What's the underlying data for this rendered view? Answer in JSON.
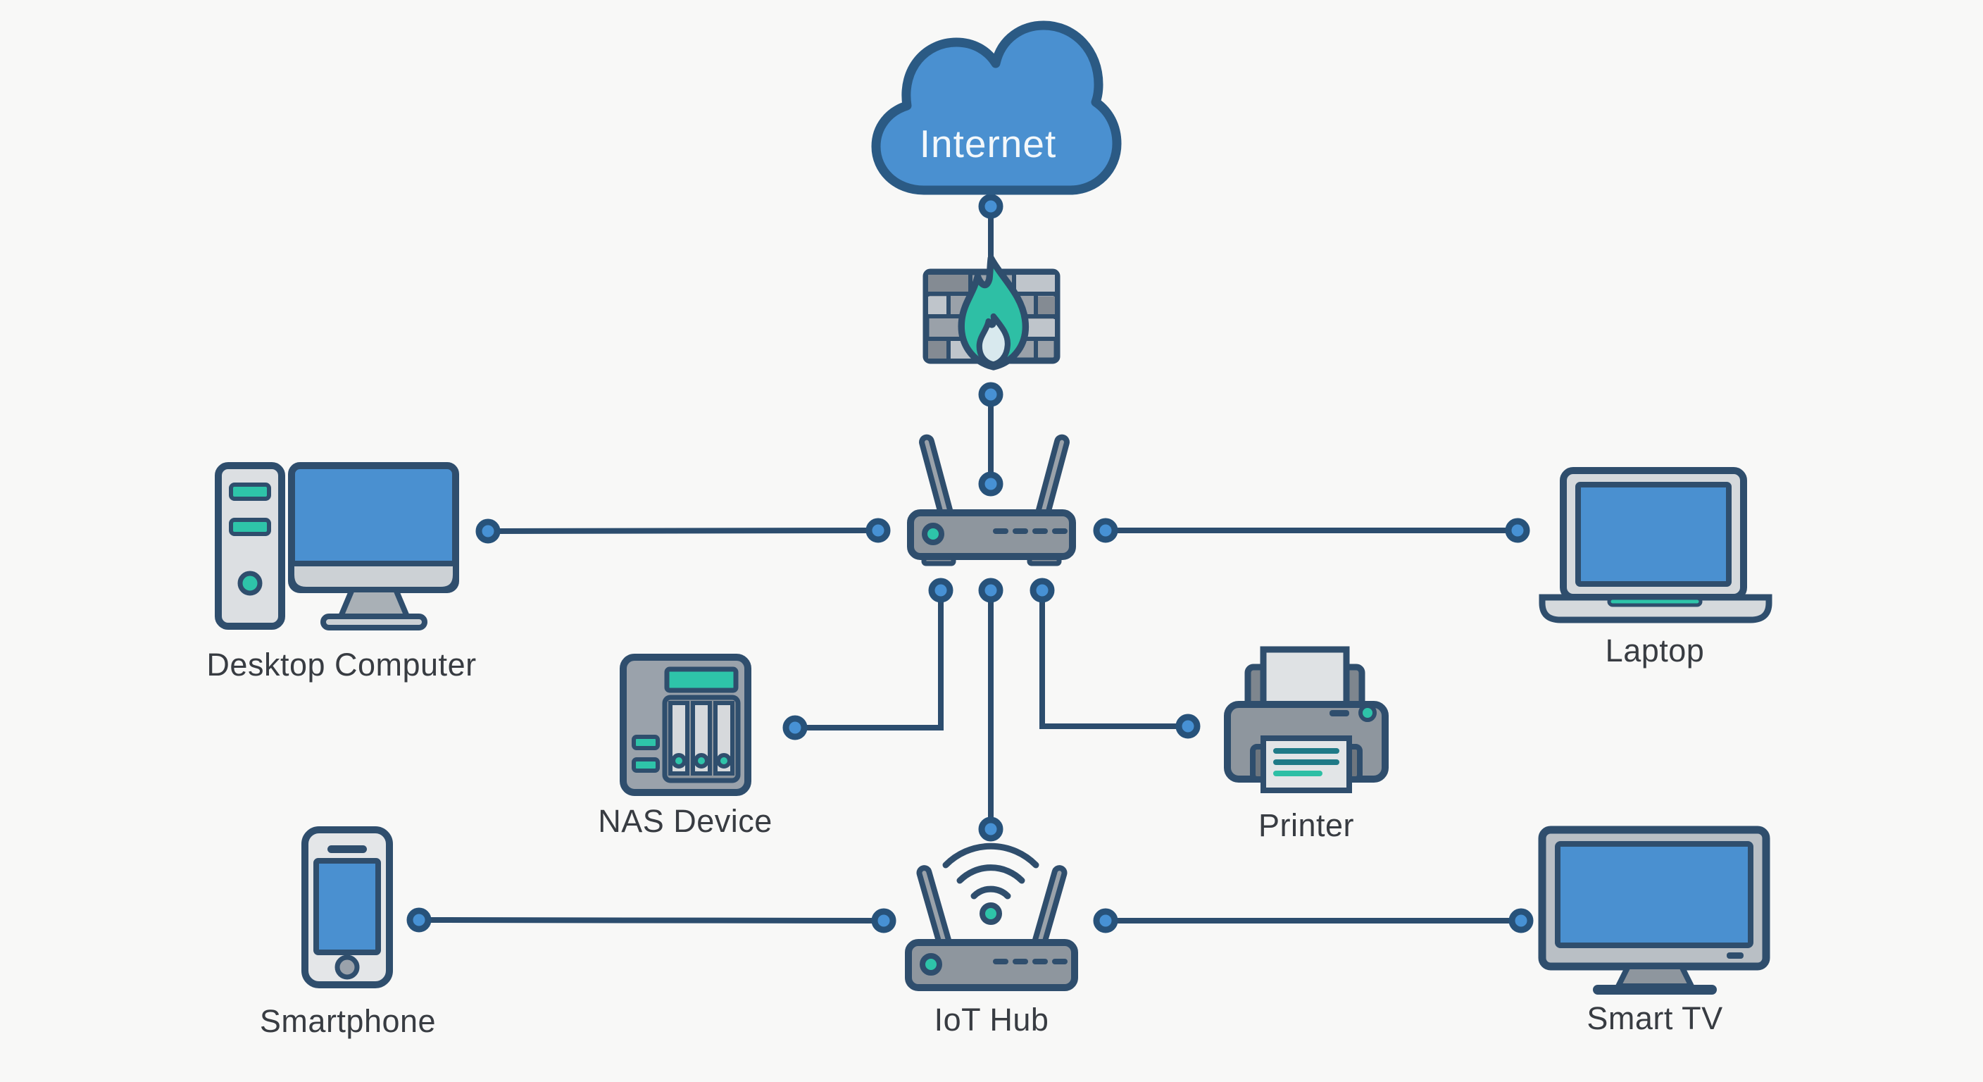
{
  "diagram": {
    "type": "home-network-topology",
    "background": "#f8f8f7",
    "labels": {
      "internet": "Internet",
      "desktop": "Desktop Computer",
      "laptop": "Laptop",
      "nas": "NAS Device",
      "printer": "Printer",
      "smartphone": "Smartphone",
      "iot_hub": "IoT Hub",
      "smart_tv": "Smart TV"
    },
    "icons": {
      "internet": "cloud-icon",
      "firewall": "firewall-icon",
      "router": "router-icon",
      "desktop": "desktop-computer-icon",
      "laptop": "laptop-icon",
      "nas": "nas-icon",
      "printer": "printer-icon",
      "smartphone": "smartphone-icon",
      "iot_hub": "iot-hub-icon",
      "smart_tv": "smart-tv-icon"
    },
    "colors": {
      "node_blue": "#4791d4",
      "outline_navy": "#2f4e6d",
      "line_navy": "#2c4d6e",
      "screen_blue": "#4a90d0",
      "teal_accent": "#2ec4a9",
      "flame_teal": "#2ebfa5",
      "flame_inner": "#d8e9ee",
      "device_gray": "#8e969e",
      "light_gray": "#d9dcdf",
      "label_text": "#383c42"
    },
    "connections": [
      "Internet - Firewall",
      "Firewall - Router",
      "Router - Desktop Computer",
      "Router - Laptop",
      "Router - NAS Device",
      "Router - Printer",
      "Router - IoT Hub",
      "IoT Hub - Smartphone",
      "IoT Hub - Smart TV"
    ]
  }
}
